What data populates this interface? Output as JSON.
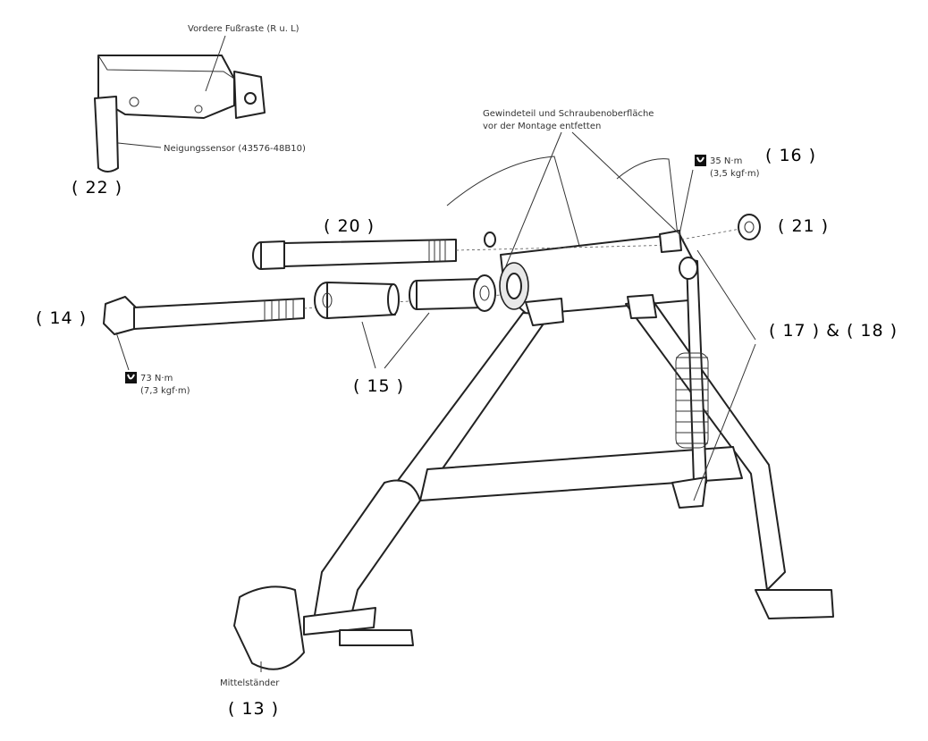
{
  "labels": {
    "front_footrest": "Vordere Fußraste (R u. L)",
    "tilt_sensor": "Neigungssensor  (43576-48B10)",
    "degrease_line1": "Gewindeteil und Schraubenoberfläche",
    "degrease_line2": "vor der Montage entfetten",
    "torque_16_line1": "35 N·m",
    "torque_16_line2": "(3,5 kgf·m)",
    "torque_14_line1": "73 N·m",
    "torque_14_line2": "(7,3 kgf·m)",
    "center_stand": "Mittelständer"
  },
  "callouts": {
    "c22": "( 22 )",
    "c20": "( 20 )",
    "c16": "( 16 )",
    "c21": "( 21 )",
    "c14": "( 14 )",
    "c17_18": "( 17 ) & ( 18 )",
    "c15": "( 15 )",
    "c13": "( 13 )"
  },
  "icons": {
    "torque": "torque-wrench-icon"
  }
}
